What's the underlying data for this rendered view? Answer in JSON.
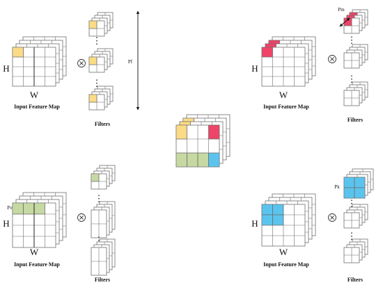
{
  "labels": {
    "caption_input": "Input Feature Map",
    "caption_filters": "Filters",
    "height": "H",
    "width": "W",
    "operator": "⊗",
    "ellipsis": "⋮",
    "pf": "Pf",
    "pm": "Pm",
    "pv": "Pv",
    "pk": "Pk"
  },
  "colors": {
    "yellow": "#fbdb85",
    "red": "#ee4468",
    "green": "#c6d9a2",
    "blue": "#5bc4ee",
    "grid": "#6e6e6e"
  }
}
